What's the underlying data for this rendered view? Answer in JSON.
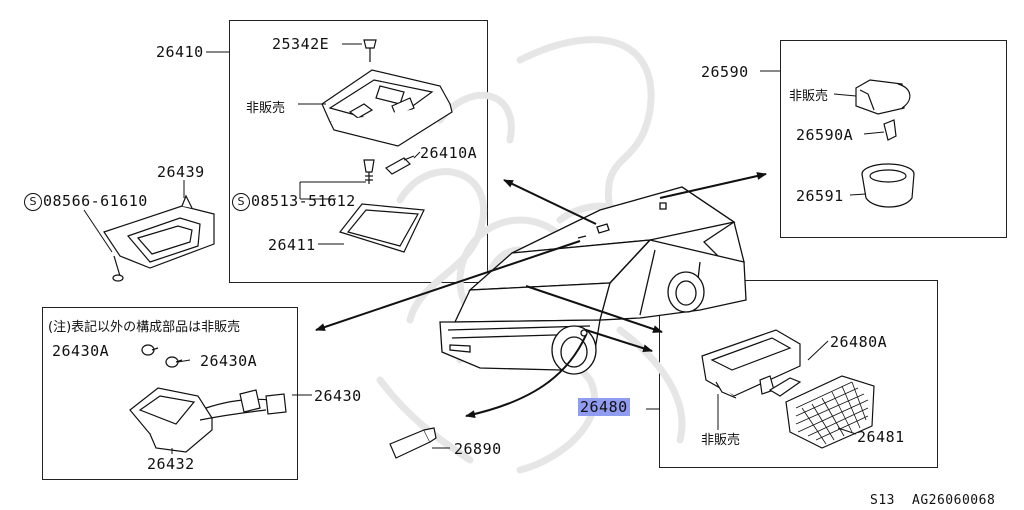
{
  "parts": {
    "p26410": "26410",
    "p25342e": "25342E",
    "hanbai_a": "非販売",
    "p26410a": "26410A",
    "p26439": "26439",
    "bolt_08566": "08566-61610",
    "bolt_08513": "08513-51612",
    "p26411": "26411",
    "p26590": "26590",
    "hanbai_b": "非販売",
    "p26590a": "26590A",
    "p26591": "26591",
    "p26480a": "26480A",
    "p26480": "26480",
    "hanbai_c": "非販売",
    "p26481": "26481",
    "p26890": "26890",
    "note": "(注)表記以外の構成部品は非販売",
    "p26430a_left": "26430A",
    "p26430a_right": "26430A",
    "p26430": "26430",
    "p26432": "26432"
  },
  "circled_s": "S",
  "footer": {
    "code": "S13",
    "diagram_id": "AG26060068"
  },
  "colors": {
    "highlight": "#8f9cf0",
    "line": "#222222",
    "watermark": "#e6e6e6"
  }
}
